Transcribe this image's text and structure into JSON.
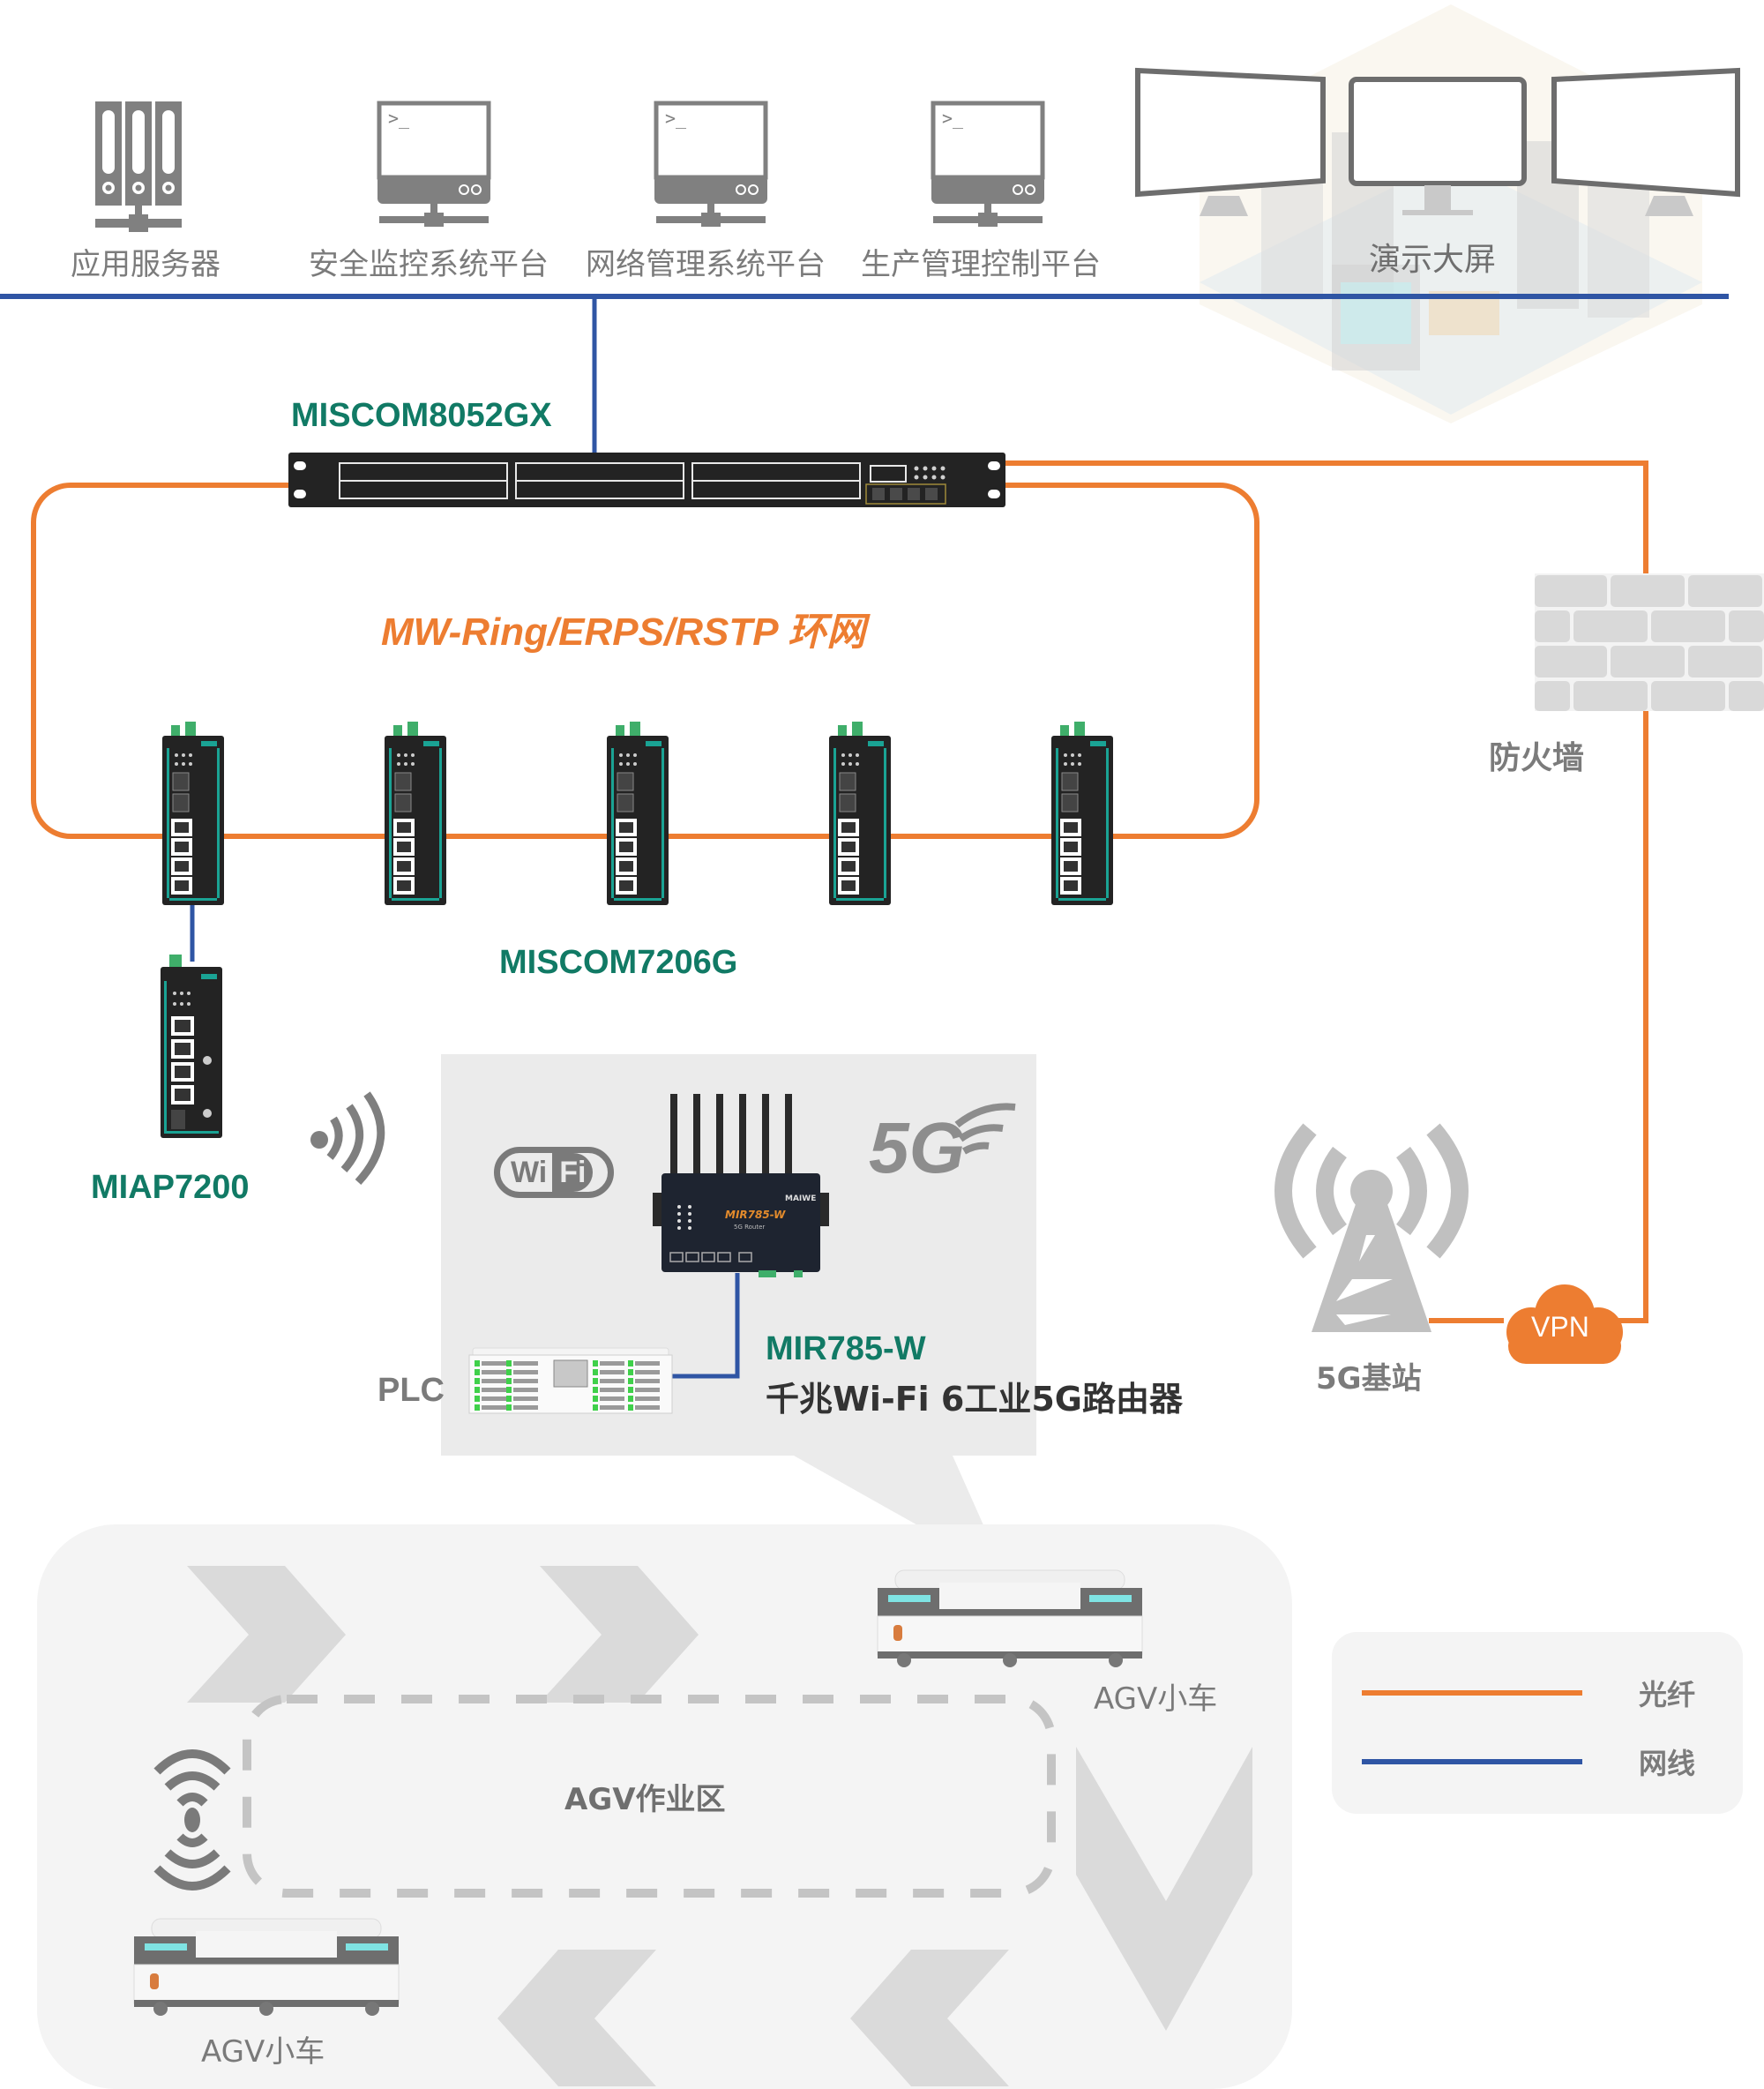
{
  "colors": {
    "fiber": "#ed7d31",
    "ethernet": "#2f55a4",
    "label_green": "#117a65",
    "label_gray": "#7b7b7b",
    "panel_gray": "#ebebeb",
    "zone_gray": "#f4f4f4",
    "device_dark": "#232323",
    "device_teal": "#1aa394"
  },
  "top_devices": [
    {
      "icon": "server-rack-icon",
      "label": "应用服务器"
    },
    {
      "icon": "terminal-workstation-icon",
      "label": "安全监控系统平台"
    },
    {
      "icon": "terminal-workstation-icon",
      "label": "网络管理系统平台"
    },
    {
      "icon": "terminal-workstation-icon",
      "label": "生产管理控制平台"
    }
  ],
  "display_wall": {
    "icon": "monitor-wall-icon",
    "label": "演示大屏"
  },
  "core_switch": {
    "model": "MISCOM8052GX"
  },
  "ring": {
    "label": "MW-Ring/ERPS/RSTP 环网"
  },
  "ring_switches": {
    "model": "MISCOM7206G",
    "count": 5
  },
  "access_point": {
    "model": "MIAP7200"
  },
  "router": {
    "model": "MIR785-W",
    "description": "千兆Wi-Fi 6工业5G路由器",
    "panel_model_text": "MIR785-W",
    "panel_sub_text": "5G Router",
    "brand": "MAIWE",
    "wifi_badge_left": "Wi",
    "wifi_badge_right": "Fi",
    "badge_5g": "5G"
  },
  "plc": {
    "label": "PLC"
  },
  "firewall": {
    "label": "防火墙"
  },
  "base_station": {
    "label": "5G基站"
  },
  "vpn": {
    "label": "VPN"
  },
  "agv_zone": {
    "label": "AGV作业区",
    "vehicles": [
      {
        "label": "AGV小车"
      },
      {
        "label": "AGV小车"
      }
    ]
  },
  "legend": {
    "items": [
      {
        "label": "光纤",
        "line": "fiber"
      },
      {
        "label": "网线",
        "line": "ethernet"
      }
    ]
  }
}
